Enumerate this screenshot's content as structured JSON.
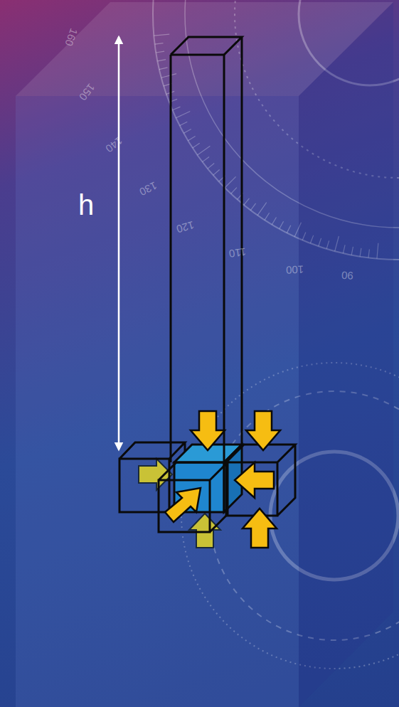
{
  "diagram": {
    "labels": [
      "h",
      "160",
      "150",
      "140",
      "130",
      "120",
      "110",
      "100",
      "90"
    ]
  }
}
